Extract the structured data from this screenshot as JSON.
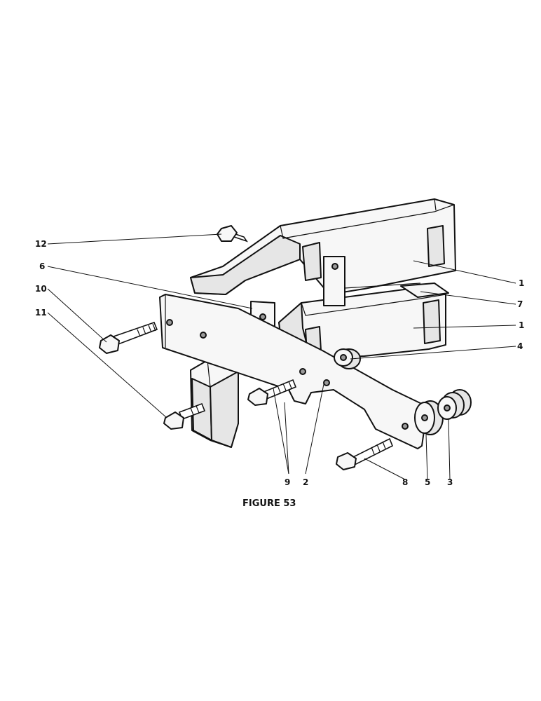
{
  "figure": {
    "caption": "FIGURE 53"
  },
  "callouts": {
    "c12": "12",
    "c6": "6",
    "c10": "10",
    "c11": "11",
    "c1a": "1",
    "c7": "7",
    "c1b": "1",
    "c4": "4",
    "c9": "9",
    "c2": "2",
    "c8": "8",
    "c5": "5",
    "c3": "3"
  }
}
